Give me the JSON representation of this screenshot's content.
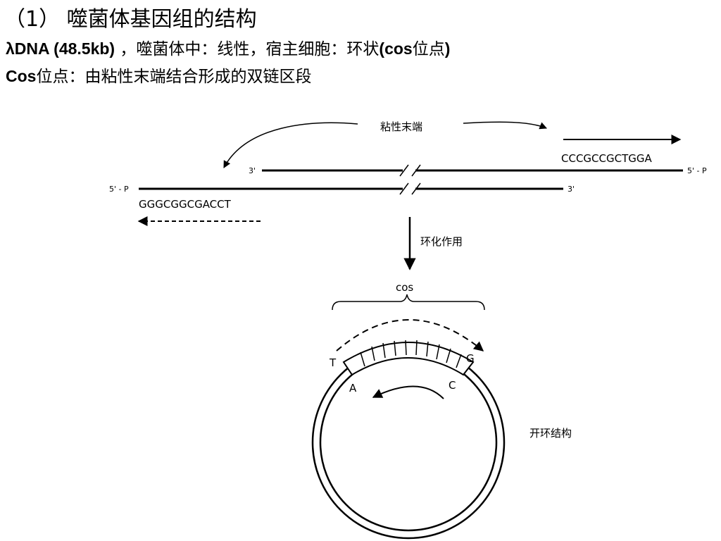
{
  "title": "（1） 噬菌体基因组的结构",
  "line1": {
    "bold_start": "λDNA (48.5kb)",
    "text_mid": " ，噬菌体中：线性，宿主细胞：环状",
    "bold_end": "(cos",
    "text_tail": "位点",
    "bold_close": ")"
  },
  "line2": {
    "bold_start": "Cos",
    "text": "位点：由粘性末端结合形成的双链区段"
  },
  "diagram": {
    "sticky_ends_label": "粘性末端",
    "seq_top": "CCCGCCGCTGGA",
    "seq_bottom": "GGGCGGCGACCT",
    "end_top_left": "3'",
    "end_top_right": "5' - P",
    "end_bottom_left": "5' - P",
    "end_bottom_right": "3'",
    "cyclization_label": "环化作用",
    "cos_label": "cos",
    "base_T": "T",
    "base_G": "G",
    "base_A": "A",
    "base_C": "C",
    "open_circle_label": "开环结构"
  }
}
